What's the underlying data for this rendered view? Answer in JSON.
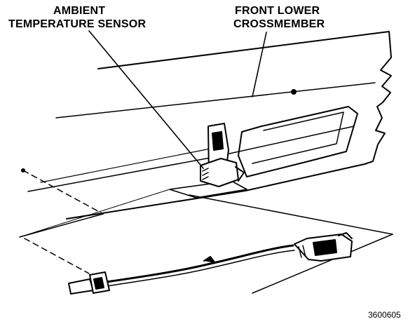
{
  "labels": {
    "sensor_line1": "AMBIENT",
    "sensor_line2": "TEMPERATURE SENSOR",
    "crossmember_line1": "FRONT LOWER",
    "crossmember_line2": "CROSSMEMBER"
  },
  "figure_code": "3600605",
  "colors": {
    "ink": "#000000",
    "paper": "#ffffff"
  }
}
